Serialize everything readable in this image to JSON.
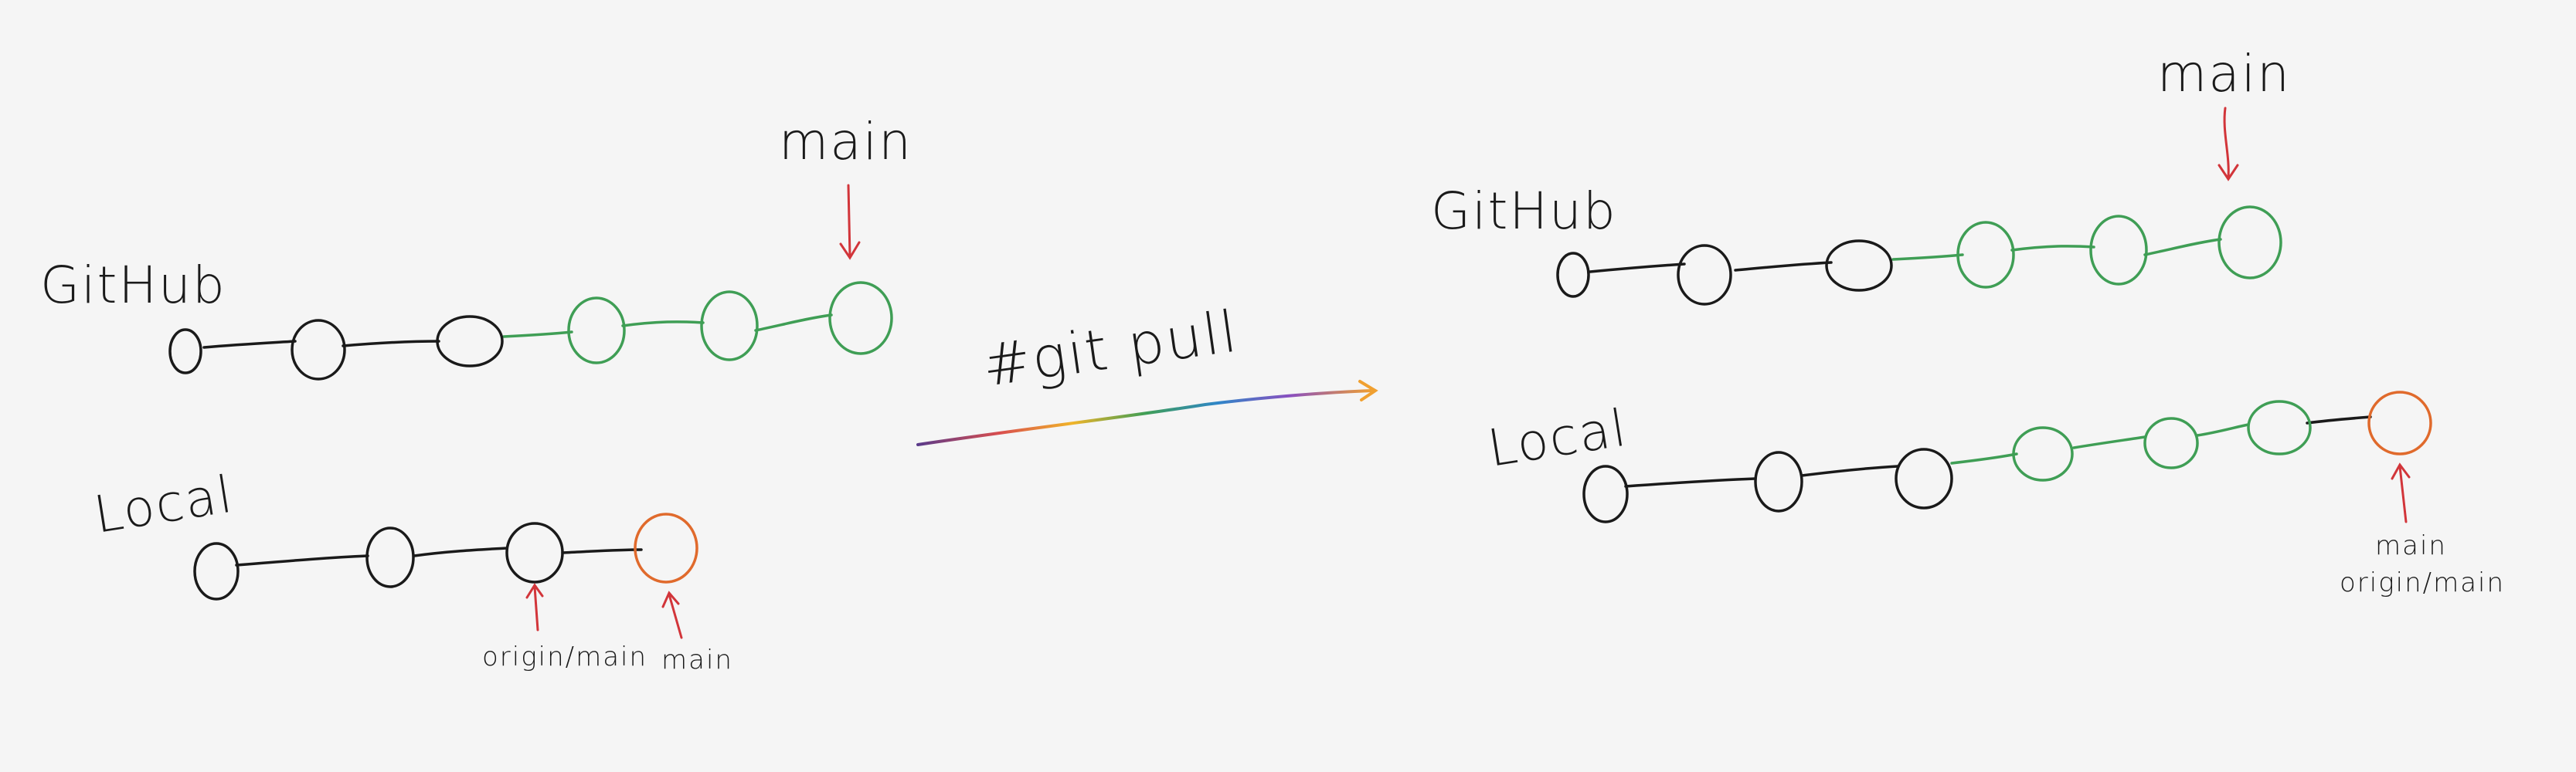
{
  "colors": {
    "background": "#f5f5f5",
    "ink": "#1a1a1a",
    "remote_commit": "#3f9e55",
    "local_commit": "#e06a2c",
    "pointer_arrow": "#d2353a",
    "command_gradient": [
      "#5a3a8a",
      "#d94e4e",
      "#f0b429",
      "#3f9e55",
      "#2f86c8",
      "#8a4fbf",
      "#f0a030"
    ]
  },
  "command": "#git pull",
  "before": {
    "github": {
      "label": "GitHub",
      "commits": [
        "black",
        "black",
        "black",
        "green",
        "green",
        "green"
      ],
      "pointers": [
        "main"
      ]
    },
    "local": {
      "label": "Local",
      "commits": [
        "black",
        "black",
        "black",
        "orange"
      ],
      "pointers": [
        "origin/main",
        "main"
      ]
    }
  },
  "after": {
    "github": {
      "label": "GitHub",
      "commits": [
        "black",
        "black",
        "black",
        "green",
        "green",
        "green"
      ],
      "pointers": [
        "main"
      ]
    },
    "local": {
      "label": "Local",
      "commits": [
        "black",
        "black",
        "black",
        "green",
        "green",
        "green",
        "orange"
      ],
      "pointers": [
        "main",
        "origin/main"
      ]
    }
  }
}
